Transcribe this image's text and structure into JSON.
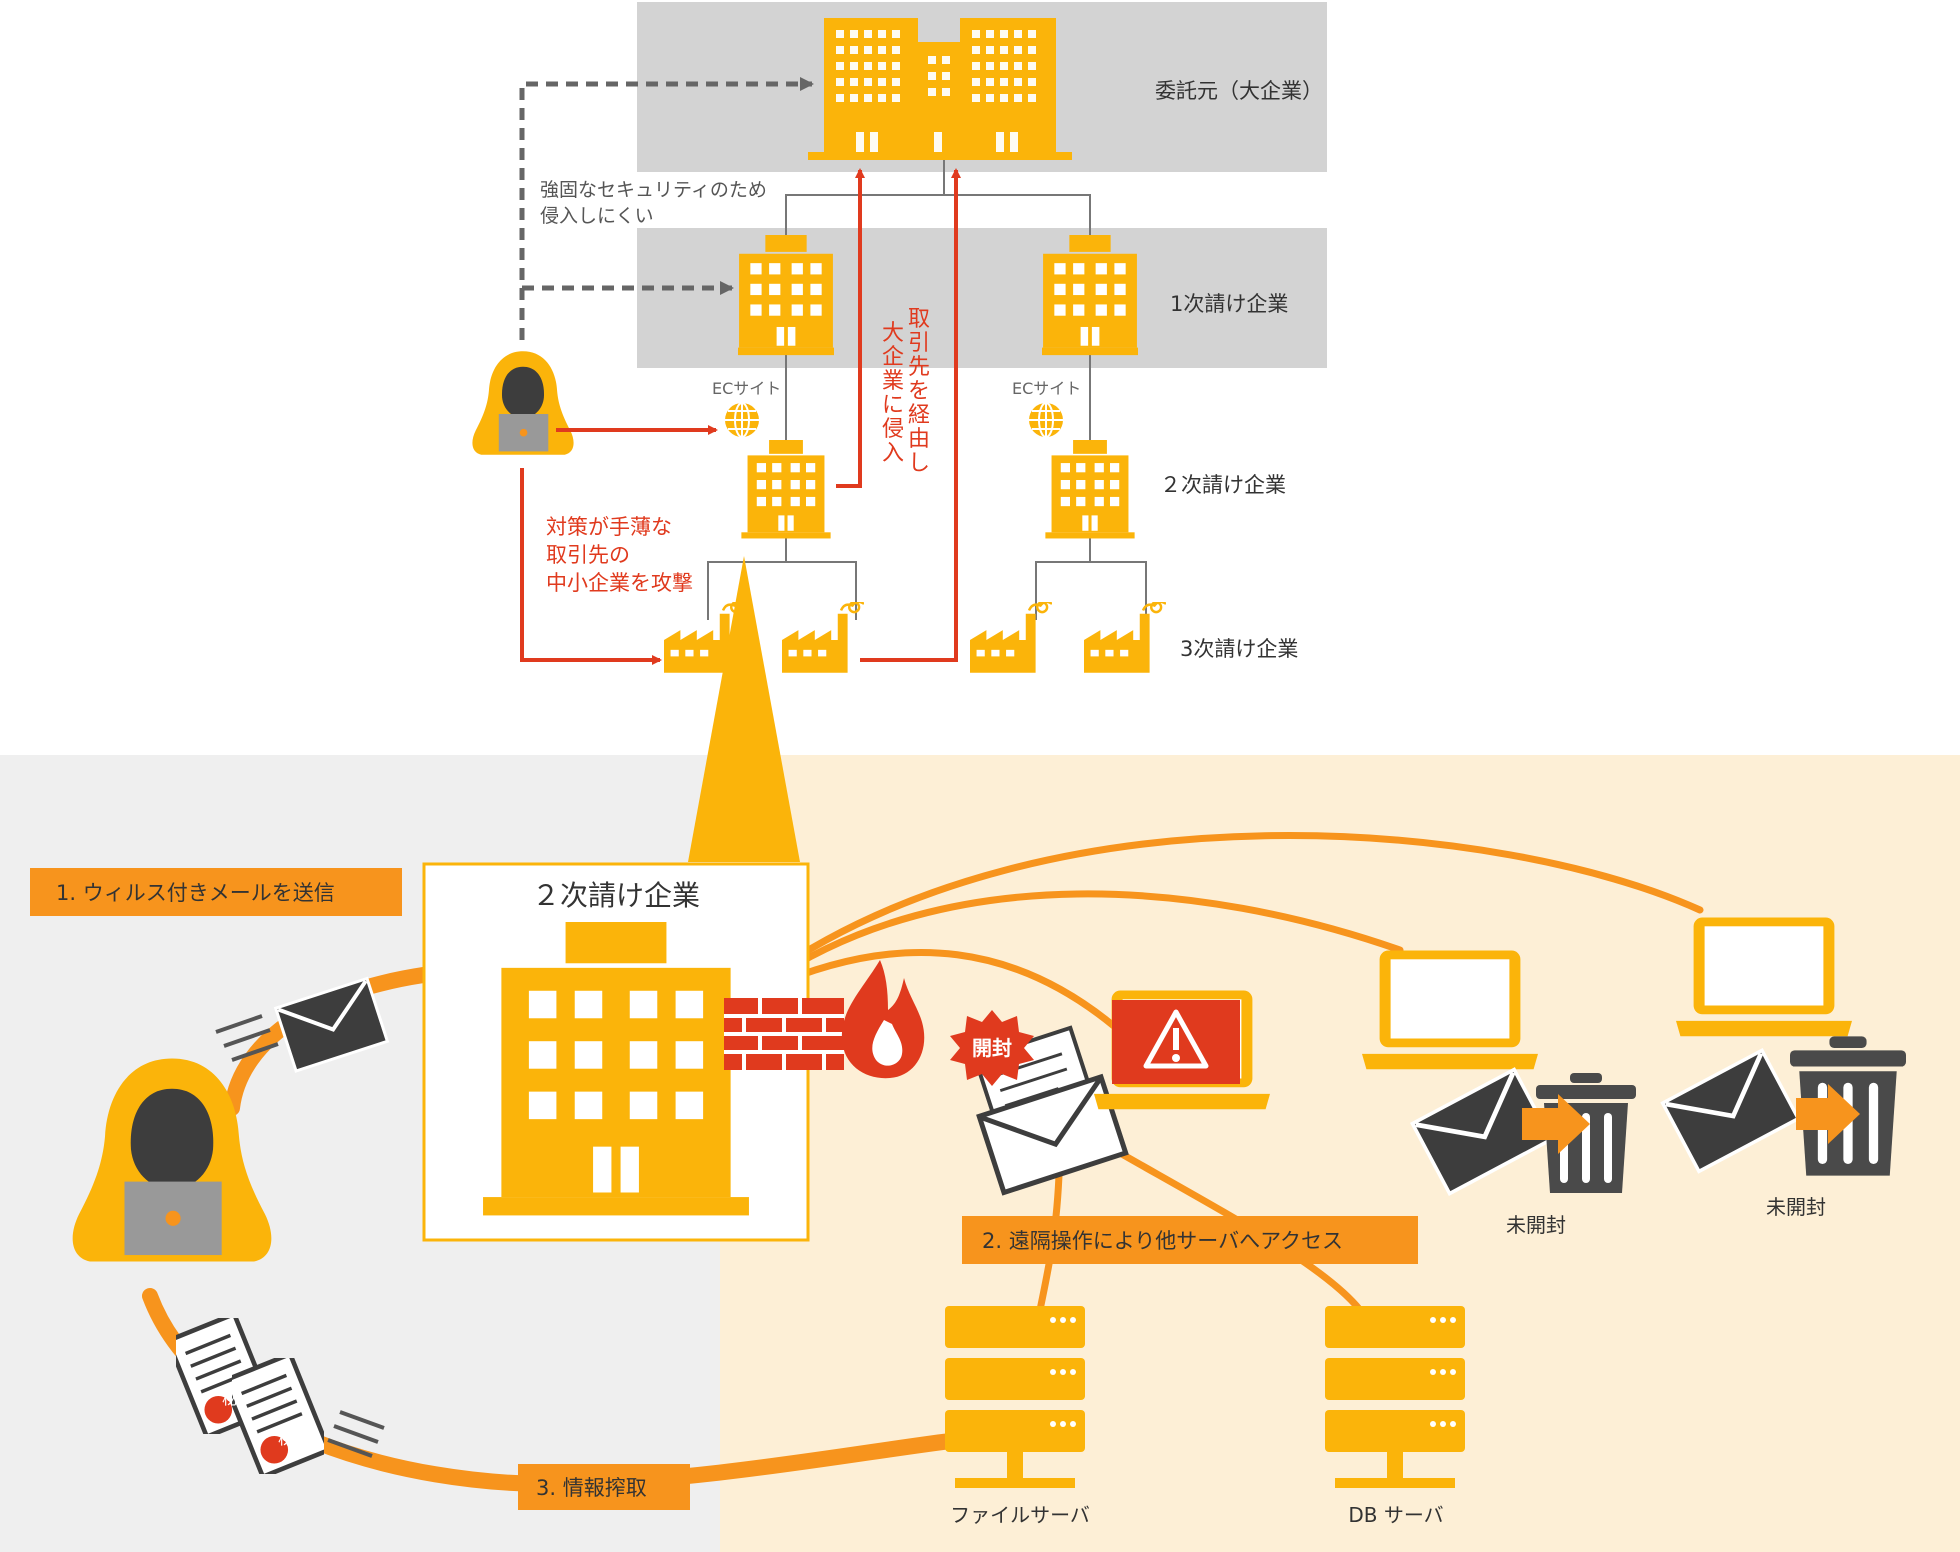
{
  "colors": {
    "yellow": "#FBB40A",
    "orange": "#F7941D",
    "red": "#E03A1E",
    "gray_band": "#D3D3D3",
    "left_bg": "#EFEFEF",
    "right_bg": "#FDEFD6",
    "dark": "#3D3D3D",
    "text": "#333333"
  },
  "tiers": {
    "client": "委託元（大企業）",
    "tier1": "1次請け企業",
    "tier2": "２次請け企業",
    "tier3": "3次請け企業"
  },
  "ec_site": [
    "ECサイト",
    "ECサイト"
  ],
  "notes": {
    "security_line1": "強固なセキュリティのため",
    "security_line2": "侵入しにくい",
    "via_partner": [
      "取",
      "引",
      "先",
      "を",
      "経",
      "由",
      "し"
    ],
    "into_big": [
      "大",
      "企",
      "業",
      "に",
      "侵",
      "入"
    ],
    "attack_line1": "対策が手薄な",
    "attack_line2": "取引先の",
    "attack_line3": "中小企業を攻撃"
  },
  "detail": {
    "box_title": "２次請け企業",
    "step1": "1. ウィルス付きメールを送信",
    "step2": "2. 遠隔操作により他サーバへアクセス",
    "step3": "3. 情報搾取",
    "opened_badge": "開封",
    "unopened": [
      "未開封",
      "未開封"
    ],
    "secret_mark": "秘",
    "file_server": "ファイルサーバ",
    "db_server": "DB サーバ"
  }
}
